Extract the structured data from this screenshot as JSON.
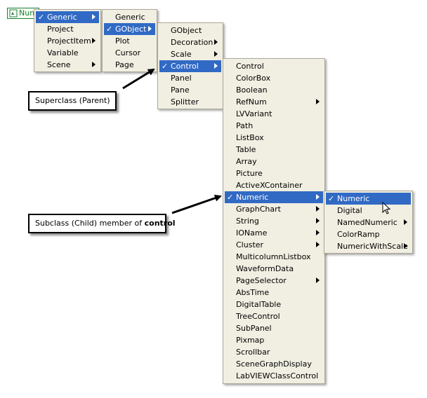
{
  "numeric_control": {
    "label": "Num"
  },
  "menus": {
    "level1": {
      "items": [
        {
          "label": "Generic",
          "checked": true,
          "submenu": true,
          "selected": true
        },
        {
          "label": "Project",
          "checked": false,
          "submenu": false,
          "selected": false
        },
        {
          "label": "ProjectItem",
          "checked": false,
          "submenu": true,
          "selected": false
        },
        {
          "label": "Variable",
          "checked": false,
          "submenu": false,
          "selected": false
        },
        {
          "label": "Scene",
          "checked": false,
          "submenu": true,
          "selected": false
        }
      ]
    },
    "level2": {
      "items": [
        {
          "label": "Generic",
          "checked": false,
          "submenu": false,
          "selected": false
        },
        {
          "label": "GObject",
          "checked": true,
          "submenu": true,
          "selected": true
        },
        {
          "label": "Plot",
          "checked": false,
          "submenu": false,
          "selected": false
        },
        {
          "label": "Cursor",
          "checked": false,
          "submenu": false,
          "selected": false
        },
        {
          "label": "Page",
          "checked": false,
          "submenu": false,
          "selected": false
        }
      ]
    },
    "level3": {
      "items": [
        {
          "label": "GObject",
          "checked": false,
          "submenu": false,
          "selected": false
        },
        {
          "label": "Decoration",
          "checked": false,
          "submenu": true,
          "selected": false
        },
        {
          "label": "Scale",
          "checked": false,
          "submenu": true,
          "selected": false
        },
        {
          "label": "Control",
          "checked": true,
          "submenu": true,
          "selected": true
        },
        {
          "label": "Panel",
          "checked": false,
          "submenu": false,
          "selected": false
        },
        {
          "label": "Pane",
          "checked": false,
          "submenu": false,
          "selected": false
        },
        {
          "label": "Splitter",
          "checked": false,
          "submenu": false,
          "selected": false
        }
      ]
    },
    "level4": {
      "items": [
        {
          "label": "Control",
          "checked": false,
          "submenu": false,
          "selected": false
        },
        {
          "label": "ColorBox",
          "checked": false,
          "submenu": false,
          "selected": false
        },
        {
          "label": "Boolean",
          "checked": false,
          "submenu": false,
          "selected": false
        },
        {
          "label": "RefNum",
          "checked": false,
          "submenu": true,
          "selected": false
        },
        {
          "label": "LVVariant",
          "checked": false,
          "submenu": false,
          "selected": false
        },
        {
          "label": "Path",
          "checked": false,
          "submenu": false,
          "selected": false
        },
        {
          "label": "ListBox",
          "checked": false,
          "submenu": false,
          "selected": false
        },
        {
          "label": "Table",
          "checked": false,
          "submenu": false,
          "selected": false
        },
        {
          "label": "Array",
          "checked": false,
          "submenu": false,
          "selected": false
        },
        {
          "label": "Picture",
          "checked": false,
          "submenu": false,
          "selected": false
        },
        {
          "label": "ActiveXContainer",
          "checked": false,
          "submenu": false,
          "selected": false
        },
        {
          "label": "Numeric",
          "checked": true,
          "submenu": true,
          "selected": true
        },
        {
          "label": "GraphChart",
          "checked": false,
          "submenu": true,
          "selected": false
        },
        {
          "label": "String",
          "checked": false,
          "submenu": true,
          "selected": false
        },
        {
          "label": "IOName",
          "checked": false,
          "submenu": true,
          "selected": false
        },
        {
          "label": "Cluster",
          "checked": false,
          "submenu": true,
          "selected": false
        },
        {
          "label": "MulticolumnListbox",
          "checked": false,
          "submenu": false,
          "selected": false
        },
        {
          "label": "WaveformData",
          "checked": false,
          "submenu": false,
          "selected": false
        },
        {
          "label": "PageSelector",
          "checked": false,
          "submenu": true,
          "selected": false
        },
        {
          "label": "AbsTime",
          "checked": false,
          "submenu": false,
          "selected": false
        },
        {
          "label": "DigitalTable",
          "checked": false,
          "submenu": false,
          "selected": false
        },
        {
          "label": "TreeControl",
          "checked": false,
          "submenu": false,
          "selected": false
        },
        {
          "label": "SubPanel",
          "checked": false,
          "submenu": false,
          "selected": false
        },
        {
          "label": "Pixmap",
          "checked": false,
          "submenu": false,
          "selected": false
        },
        {
          "label": "Scrollbar",
          "checked": false,
          "submenu": false,
          "selected": false
        },
        {
          "label": "SceneGraphDisplay",
          "checked": false,
          "submenu": false,
          "selected": false
        },
        {
          "label": "LabVIEWClassControl",
          "checked": false,
          "submenu": false,
          "selected": false
        }
      ]
    },
    "level5": {
      "items": [
        {
          "label": "Numeric",
          "checked": true,
          "submenu": false,
          "selected": true
        },
        {
          "label": "Digital",
          "checked": false,
          "submenu": false,
          "selected": false
        },
        {
          "label": "NamedNumeric",
          "checked": false,
          "submenu": true,
          "selected": false
        },
        {
          "label": "ColorRamp",
          "checked": false,
          "submenu": false,
          "selected": false
        },
        {
          "label": "NumericWithScale",
          "checked": false,
          "submenu": true,
          "selected": false
        }
      ]
    }
  },
  "callouts": {
    "superclass": {
      "text": "Superclass (Parent)"
    },
    "subclass": {
      "text": "Subclass (Child) member of ",
      "bold": "control"
    }
  },
  "colors": {
    "highlight": "#316ac5",
    "menu_bg": "#f1efe2",
    "menu_border": "#aca899"
  },
  "icons": {
    "check": "✓",
    "cursor": "mouse-pointer-icon"
  }
}
